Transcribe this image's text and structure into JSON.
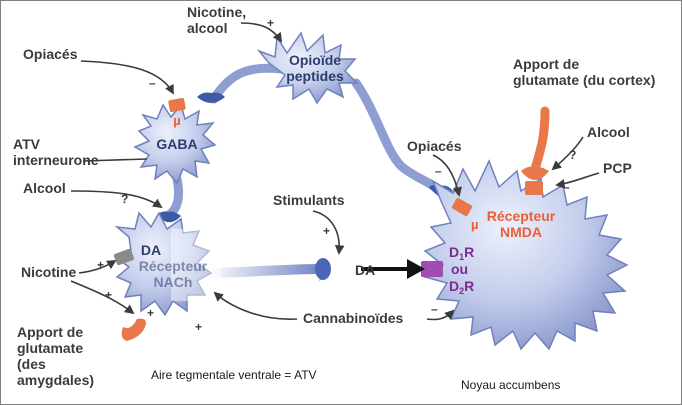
{
  "labels": {
    "nicotine_alcool_1": "Nicotine,",
    "nicotine_alcool_2": "alcool",
    "opioide_1": "Opioïde",
    "opioide_2": "peptides",
    "opiaces_top": "Opiacés",
    "atv_1": "ATV",
    "atv_2": "interneurone",
    "gaba": "GABA",
    "alcool_left": "Alcool",
    "nicotine": "Nicotine",
    "apport_left_1": "Apport de",
    "apport_left_2": "glutamate",
    "apport_left_3": "(des",
    "apport_left_4": "amygdales)",
    "da_cell": "DA",
    "recepteur_nach_1": "Récepteur",
    "recepteur_nach_2": "NACh",
    "stimulants": "Stimulants",
    "da_arrow": "DA",
    "cannabinoides": "Cannabinoïdes",
    "apport_right_1": "Apport de",
    "apport_right_2": "glutamate (du cortex)",
    "opiaces_right": "Opiacés",
    "alcool_right": "Alcool",
    "pcp": "PCP",
    "recepteur_nmda_1": "Récepteur",
    "recepteur_nmda_2": "NMDA",
    "d1r": "D",
    "d1r_sub": "1",
    "d1r_r": "R",
    "ou": "ou",
    "d2r": "D",
    "d2r_sub": "2",
    "d2r_r": "R",
    "mu": "µ",
    "aire": "Aire tegmentale ventrale = ATV",
    "noyau": "Noyau accumbens"
  },
  "signs": {
    "plus": "+",
    "minus": "–",
    "question": "?"
  },
  "colors": {
    "neuron_fill": "#b9c4e6",
    "neuron_stroke": "#6f7fb3",
    "axon": "#5a6fb0",
    "receptor_orange": "#e8784a",
    "receptor_purple": "#a04cb0",
    "receptor_gray": "#8a8a8a"
  }
}
